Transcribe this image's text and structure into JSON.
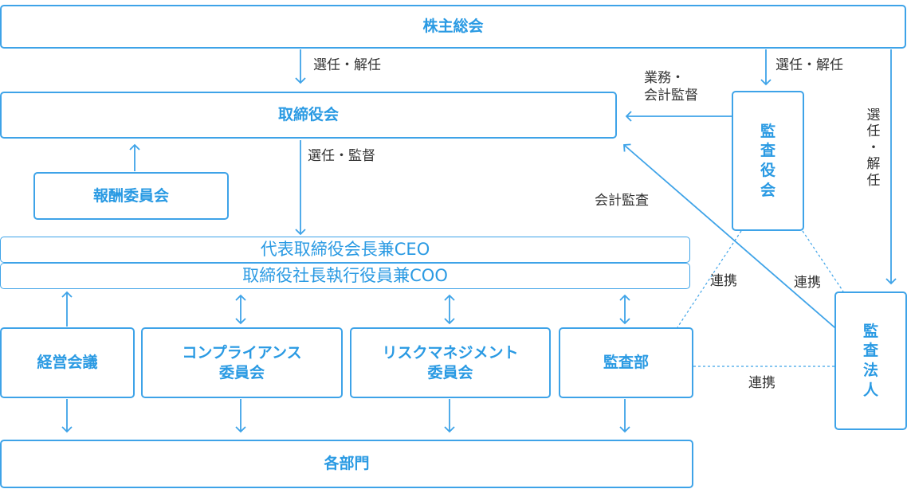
{
  "nodes": {
    "shareholders": "株主総会",
    "board": "取締役会",
    "compensation": "報酬委員会",
    "ceo": "代表取締役会長兼CEO",
    "coo": "取締役社長執行役員兼COO",
    "management_meeting": "経営会議",
    "compliance": "コンプライアンス\n委員会",
    "risk": "リスクマネジメント\n委員会",
    "audit_dept": "監査部",
    "departments": "各部門",
    "audit_board": [
      "監",
      "査",
      "役",
      "会"
    ],
    "auditor": [
      "監",
      "査",
      "法",
      "人"
    ]
  },
  "labels": {
    "elect_dismiss_1": "選任・解任",
    "elect_dismiss_2": "選任・解任",
    "elect_dismiss_vertical": [
      "選",
      "任",
      "・",
      "解",
      "任"
    ],
    "elect_supervise": "選任・監督",
    "business_accounting_audit": "業務・\n会計監督",
    "accounting_audit": "会計監査",
    "cooperation_1": "連携",
    "cooperation_2": "連携",
    "cooperation_3": "連携"
  },
  "colors": {
    "accent": "#3ea3e8",
    "text_accent": "#2a9ae3",
    "text": "#333333"
  }
}
